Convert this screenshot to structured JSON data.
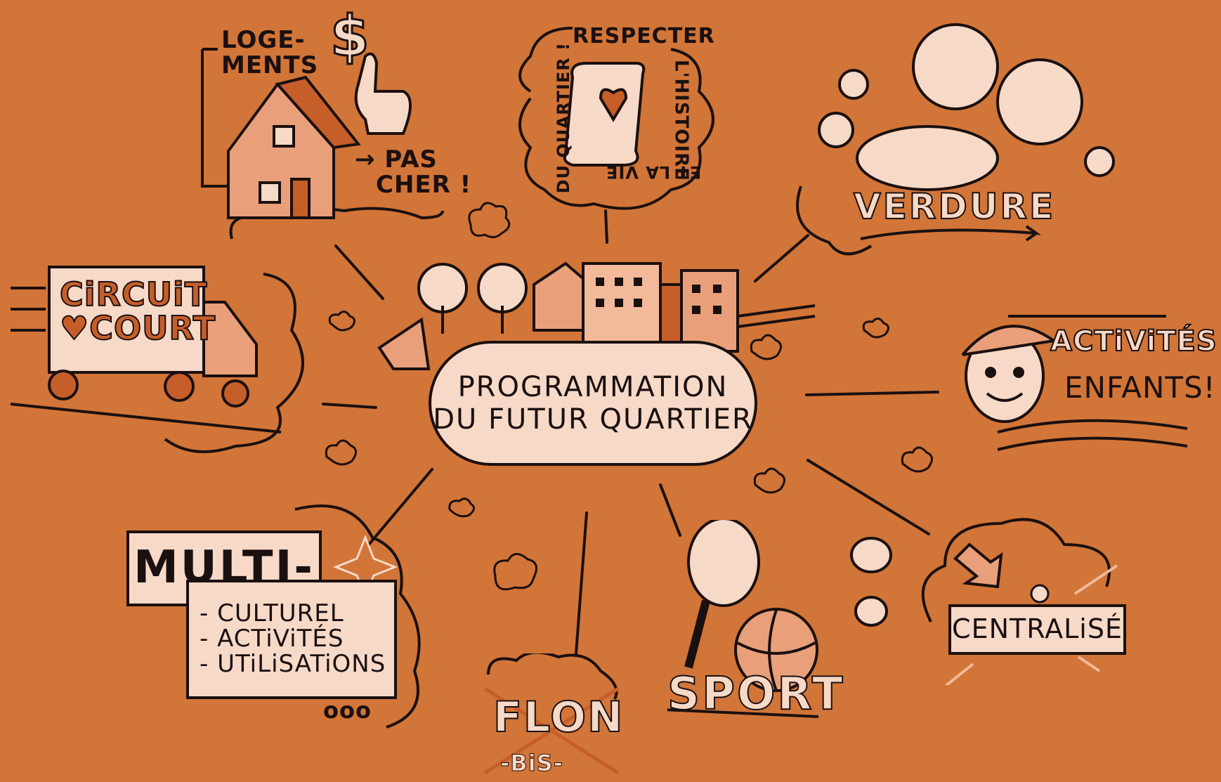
{
  "center": {
    "line1": "PROGRAMMATION",
    "line2": "DU FUTUR QUARTIER"
  },
  "logements": {
    "title_line1": "LOGE-",
    "title_line2": "MENTS",
    "note_line1": "→ PAS",
    "note_line2": "CHER !",
    "dollar": "$"
  },
  "histoire": {
    "top": "RESPECTER",
    "right": "L'HISTOIRE",
    "bottom": "ET LA VIE",
    "left": "DU QUARTIER !"
  },
  "verdure": {
    "label": "VERDURE"
  },
  "circuit": {
    "line1": "CiRCUiT",
    "line2": "♥COURT"
  },
  "activites": {
    "line1": "ACTiViTÉS",
    "line2": "ENFANTS!"
  },
  "multi": {
    "title": "MULTI-",
    "items": [
      "- CULTUREL",
      "- ACTiViTÉS",
      "- UTiLiSATiONS"
    ],
    "more": "ooo"
  },
  "flon": {
    "title": "FLON",
    "sub": "-BiS-"
  },
  "sport": {
    "label": "SPORT"
  },
  "centralise": {
    "label": "CENTRALiSÉ"
  },
  "colors": {
    "background": "#D27538",
    "light": "#F7D9C8",
    "ink": "#1b1010",
    "accent": "#E9A07A"
  }
}
